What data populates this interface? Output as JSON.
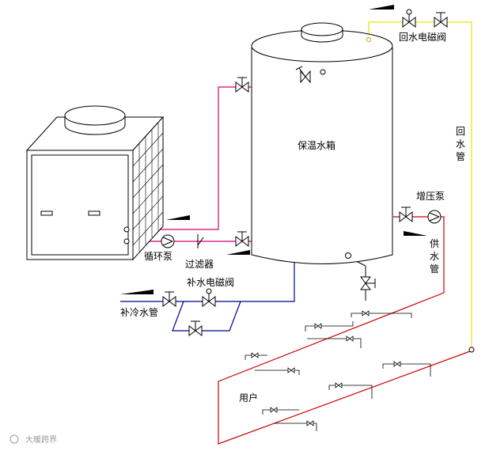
{
  "labels": {
    "tank": "保温水箱",
    "return_solenoid_valve": "回水电磁阀",
    "return_pipe": [
      "回",
      "水",
      "管"
    ],
    "booster_pump": "增压泵",
    "supply_pipe": [
      "供",
      "水",
      "管"
    ],
    "circulation_pump": "循环泵",
    "filter": "过滤器",
    "makeup_solenoid_valve": "补水电磁阀",
    "cold_makeup_pipe": "补冷水管",
    "users": "用户",
    "watermark": "大暖跨界"
  },
  "colors": {
    "hot_pipe": "#d8006c",
    "supply_pipe": "#cc0000",
    "return_pipe": "#e6e600",
    "cold_pipe": "#00008b",
    "line": "#000000"
  }
}
